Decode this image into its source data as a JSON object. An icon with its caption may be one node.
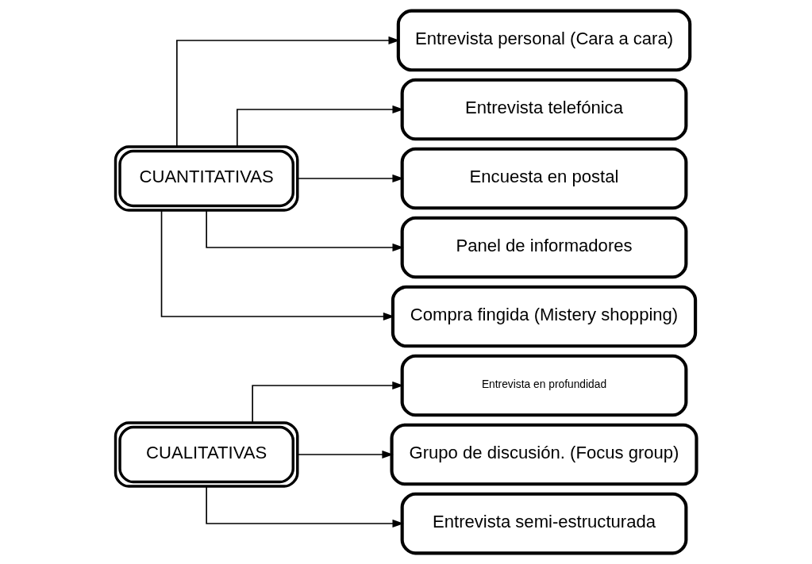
{
  "diagram": {
    "nodes": [
      {
        "text": [
          "CUALITATIVAS"
        ]
      },
      {
        "text": [
          "Entrevista en profundidad"
        ]
      },
      {
        "text": [
          "Grupo de discusión. (Focus group)"
        ]
      },
      {
        "text": [
          "Entrevista semi-estructurada"
        ]
      },
      {
        "text": [
          "CUANTITATIVAS"
        ]
      },
      {
        "text": [
          "Entrevista personal (Cara a cara)"
        ]
      },
      {
        "text": [
          "Entrevista telefónica"
        ]
      },
      {
        "text": [
          "Encuesta en postal"
        ]
      },
      {
        "text": [
          "Panel de informadores"
        ]
      },
      {
        "text": [
          "Compra fingida (Mistery shopping)"
        ]
      }
    ],
    "edges": [
      {
        "from": 0,
        "to": 1,
        "arrow": "to"
      },
      {
        "from": 0,
        "to": 2,
        "arrow": "to"
      },
      {
        "from": 0,
        "to": 3,
        "arrow": "to"
      },
      {
        "from": 4,
        "to": 5,
        "arrow": "to"
      },
      {
        "from": 4,
        "to": 6,
        "arrow": "to"
      },
      {
        "from": 4,
        "to": 7,
        "arrow": "to"
      },
      {
        "from": 4,
        "to": 8,
        "arrow": "to"
      },
      {
        "from": 4,
        "to": 9,
        "arrow": "to"
      }
    ]
  }
}
